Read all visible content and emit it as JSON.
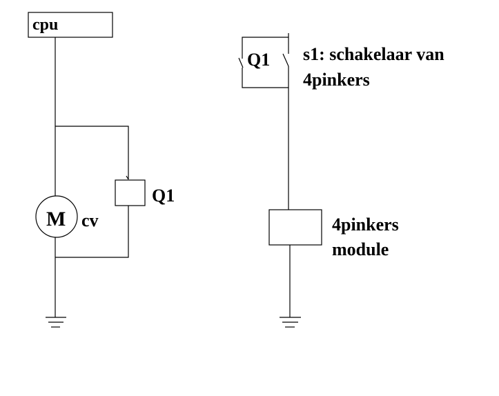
{
  "left_circuit": {
    "source_label": "cpu",
    "motor_symbol": "M",
    "motor_label": "cv",
    "relay_coil_label": "Q1"
  },
  "right_circuit": {
    "contact_label": "Q1",
    "switch_label_line1": "s1: schakelaar van",
    "switch_label_line2": "4pinkers",
    "module_label_line1": "4pinkers",
    "module_label_line2": "module"
  }
}
